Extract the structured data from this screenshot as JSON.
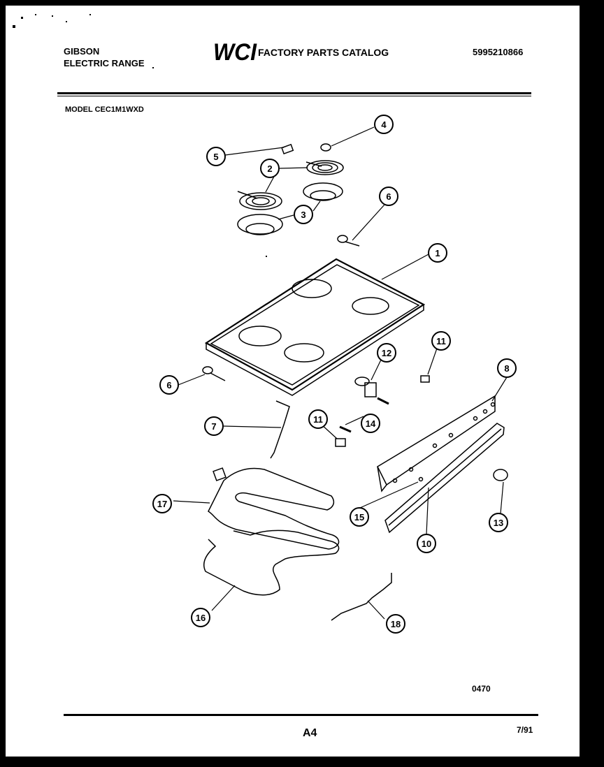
{
  "header": {
    "brand_line1": "GIBSON",
    "brand_line2": "ELECTRIC RANGE",
    "logo_text": "WCI",
    "catalog_title": "FACTORY PARTS CATALOG",
    "doc_number": "5995210866"
  },
  "model_label": "MODEL CEC1M1WXD",
  "callouts": [
    {
      "id": "c1",
      "label": "1"
    },
    {
      "id": "c2",
      "label": "2"
    },
    {
      "id": "c3",
      "label": "3"
    },
    {
      "id": "c4",
      "label": "4"
    },
    {
      "id": "c5",
      "label": "5"
    },
    {
      "id": "c6a",
      "label": "6"
    },
    {
      "id": "c6b",
      "label": "6"
    },
    {
      "id": "c7",
      "label": "7"
    },
    {
      "id": "c8",
      "label": "8"
    },
    {
      "id": "c10",
      "label": "10"
    },
    {
      "id": "c11a",
      "label": "11"
    },
    {
      "id": "c11b",
      "label": "11"
    },
    {
      "id": "c12",
      "label": "12"
    },
    {
      "id": "c13",
      "label": "13"
    },
    {
      "id": "c14",
      "label": "14"
    },
    {
      "id": "c15",
      "label": "15"
    },
    {
      "id": "c16",
      "label": "16"
    },
    {
      "id": "c17",
      "label": "17"
    },
    {
      "id": "c18",
      "label": "18"
    }
  ],
  "footer": {
    "drawing_code": "0470",
    "page_code": "A4",
    "date_code": "7/91"
  }
}
